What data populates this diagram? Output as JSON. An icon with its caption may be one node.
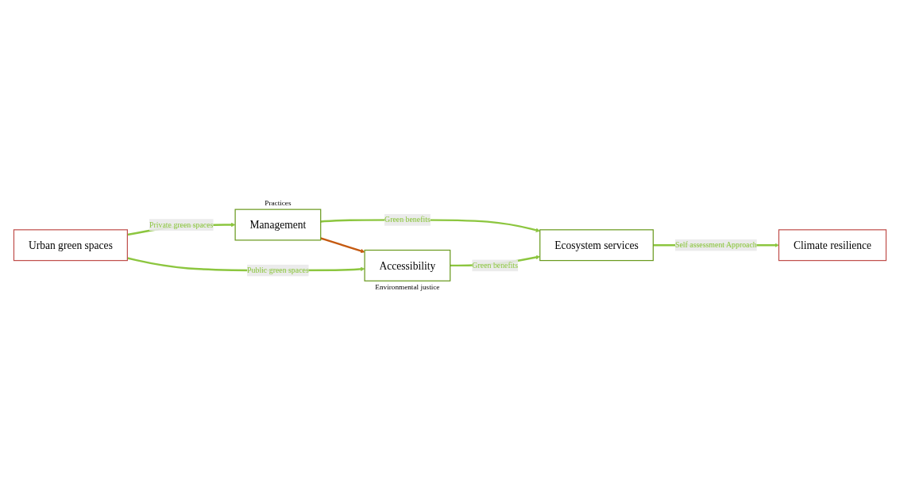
{
  "diagram": {
    "nodes": [
      {
        "text": [
          "Urban green spaces"
        ]
      },
      {
        "text": [
          "Management"
        ],
        "beside": [
          "Practices"
        ]
      },
      {
        "text": [
          "Accessibility"
        ],
        "beside": [
          "Environmental justice"
        ]
      },
      {
        "text": [
          "Ecosystem services"
        ]
      },
      {
        "text": [
          "Climate resilience"
        ]
      }
    ],
    "edges": [
      {
        "from": 0,
        "to": 1,
        "arrow": "to",
        "label": "Private green spaces"
      },
      {
        "from": 1,
        "to": 3,
        "arrow": "to",
        "label": "Green benefits"
      },
      {
        "from": 1,
        "to": 2,
        "arrow": "to",
        "color": "#c55a11"
      },
      {
        "from": 0,
        "to": 2,
        "arrow": "to",
        "label": "Public green spaces"
      },
      {
        "from": 2,
        "to": 3,
        "arrow": "to",
        "label": "Green benefits"
      },
      {
        "from": 3,
        "to": 4,
        "arrow": "to",
        "label": "Self assessment Approach"
      }
    ]
  }
}
